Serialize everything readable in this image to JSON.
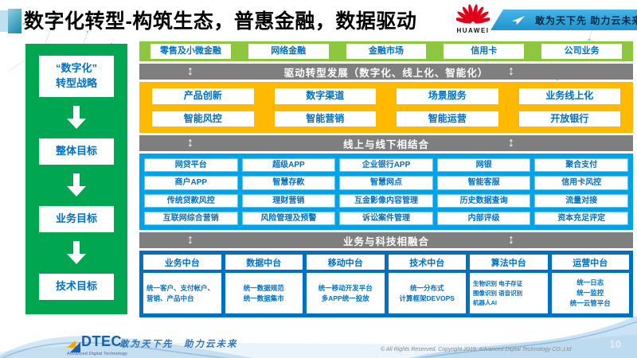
{
  "header": {
    "title": "数字化转型-构筑生态，普惠金融，数据驱动",
    "huawei_label": "HUAWEI",
    "slogan": "敢为天下先 助力云未来"
  },
  "sidebar": {
    "items": [
      {
        "label": "“数字化”\n转型战略"
      },
      {
        "label": "整体目标"
      },
      {
        "label": "业务目标"
      },
      {
        "label": "技术目标"
      }
    ]
  },
  "main": {
    "business_lines": [
      "零售及小微金融",
      "网络金融",
      "金融市场",
      "信用卡",
      "公司业务"
    ],
    "banner1": "驱动转型发展（数字化、线上化、智能化）",
    "transform_rows": [
      [
        "产品创新",
        "数字渠道",
        "场景服务",
        "业务线上化"
      ],
      [
        "智能风控",
        "智能营销",
        "智能运营",
        "开放银行"
      ]
    ],
    "banner2": "线上与线下相结合",
    "online_offline_rows": [
      [
        "网贷平台",
        "超级APP",
        "企业银行APP",
        "网银",
        "聚合支付"
      ],
      [
        "商户APP",
        "智慧存款",
        "智慧网点",
        "智能客服",
        "信用卡风控"
      ],
      [
        "传统贷款风控",
        "理财营销",
        "互金影像内容管理",
        "历史数据查询",
        "流量对接"
      ],
      [
        "互联网综合营销",
        "风险管理及预警",
        "诉讼案件管理",
        "内部评级",
        "资本充足评定"
      ]
    ],
    "banner3": "业务与科技相融合",
    "platforms": [
      {
        "title": "业务中台",
        "desc": "统一客户、支付帐户、营销、产品中台"
      },
      {
        "title": "数据中台",
        "desc": "统一数据规范\n统一数据集市"
      },
      {
        "title": "移动中台",
        "desc": "统一移动开发平台\n多APP统一投放"
      },
      {
        "title": "技术中台",
        "desc": "统一分布式\n计算框架DEVOPS"
      },
      {
        "title": "算法中台",
        "desc": "生物识别 电子存证\n图像识别 语音识别\n机器人AI"
      },
      {
        "title": "运营中台",
        "desc": "统一日志\n统一监控\n统一云管平台"
      }
    ]
  },
  "icons": {
    "updown_arrow": "↕"
  },
  "footer": {
    "logo_text": "DTEC",
    "logo_sub": "Advanced Digital Technology",
    "slogan": "敢为天下先　助力云未来",
    "copyright": "© All Rights Reserved. Copyright 2019, Advanced Digital Technology CO.,Ltd",
    "page_number": "10"
  },
  "colors": {
    "sidebar_green": "#00A651",
    "business_green": "#8DC63F",
    "transform_yellow": "#FFB900",
    "banner_gray": "#7F7F7F",
    "bright_blue": "#00A2E8",
    "dark_blue": "#0070C0",
    "box_text_blue": "#0070C0",
    "huawei_red": "#E2001A",
    "banner_blue": "#2FA3DB"
  }
}
